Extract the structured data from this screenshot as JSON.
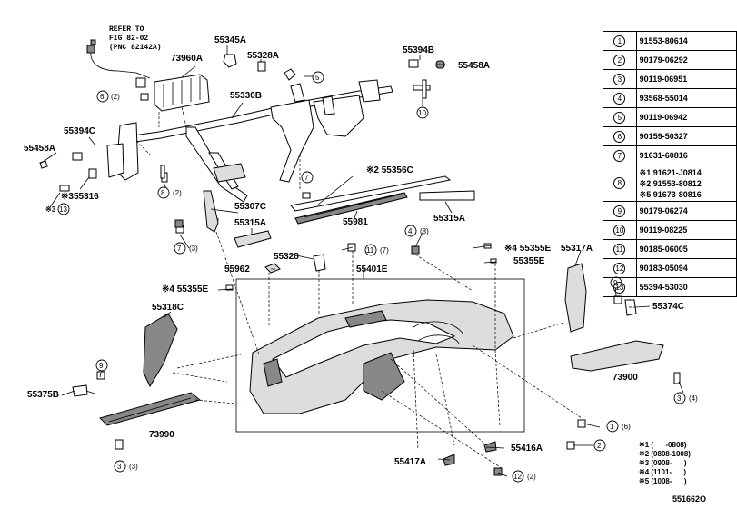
{
  "ref_note": [
    "REFER TO",
    "FIG 82-02",
    "(PNC 82142A)"
  ],
  "part_labels": {
    "p73960A": "73960A",
    "p55345A": "55345A",
    "p55328A": "55328A",
    "p55394B": "55394B",
    "p55458A_r": "55458A",
    "p55330B": "55330B",
    "p55394C": "55394C",
    "p55458A_l": "55458A",
    "p55316": "※355316",
    "p55356C": "※2 55356C",
    "p55307C": "55307C",
    "p55315A_l": "55315A",
    "p55315A_r": "55315A",
    "p55981": "55981",
    "p55328": "55328",
    "p55401E": "55401E",
    "p55962": "55962",
    "p55355E_top": "※4 55355E",
    "p55355E_2": "55355E",
    "p55355E_left": "※4 55355E",
    "p55317A": "55317A",
    "p55318C": "55318C",
    "p55374C": "55374C",
    "p73900": "73900",
    "p55375B": "55375B",
    "p73990": "73990",
    "p55417A": "55417A",
    "p55416A": "55416A"
  },
  "callouts": {
    "c6": {
      "num": "6",
      "qty": "(2)"
    },
    "c5": "5",
    "c10": "10",
    "c8": {
      "num": "8",
      "qty": "(2)"
    },
    "c13": {
      "num": "13",
      "prefix": "※3"
    },
    "c7a": {
      "num": "7",
      "qty": "(3)"
    },
    "c7b": "7",
    "c4": {
      "num": "4",
      "qty": "(8)"
    },
    "c11": {
      "num": "11",
      "qty": "(7)"
    },
    "c9a": "9",
    "c9b": "9",
    "c3a": {
      "num": "3",
      "qty": "(4)"
    },
    "c3b": {
      "num": "3",
      "qty": "(3)"
    },
    "c1": {
      "num": "1",
      "qty": "(6)"
    },
    "c2": "2",
    "c12": {
      "num": "12",
      "qty": "(2)"
    }
  },
  "legend": [
    {
      "n": "1",
      "part": "91553-80614"
    },
    {
      "n": "2",
      "part": "90179-06292"
    },
    {
      "n": "3",
      "part": "90119-06951"
    },
    {
      "n": "4",
      "part": "93568-55014"
    },
    {
      "n": "5",
      "part": "90119-06942"
    },
    {
      "n": "6",
      "part": "90159-50327"
    },
    {
      "n": "7",
      "part": "91631-60816"
    },
    {
      "n": "8",
      "parts": [
        "※1 91621-J0814",
        "※2 91553-80812",
        "※5 91673-80816"
      ]
    },
    {
      "n": "9",
      "part": "90179-06274"
    },
    {
      "n": "10",
      "part": "90119-08225"
    },
    {
      "n": "11",
      "part": "90185-06005"
    },
    {
      "n": "12",
      "part": "90183-05094"
    },
    {
      "n": "13",
      "part": "55394-53030"
    }
  ],
  "footnotes": [
    "※1 (      -0808)",
    "※2 (0808-1008)",
    "※3 (0908-      )",
    "※4 (1101-      )",
    "※5 (1008-      )"
  ],
  "diagram_code": "551662O"
}
